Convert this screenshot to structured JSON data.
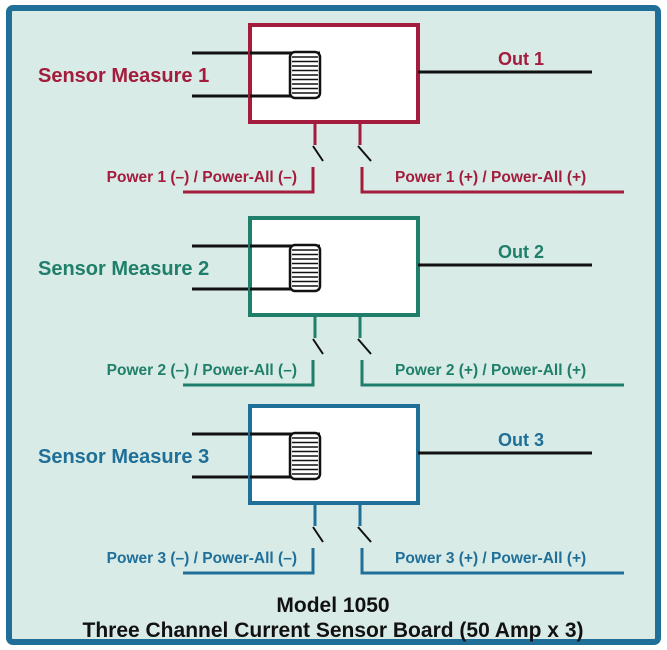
{
  "colors": {
    "background": "#d8ebe6",
    "frame": "#1f6f99",
    "box_fill": "#ffffff",
    "wire": "#111111",
    "title": "#111111"
  },
  "channels": [
    {
      "sensor_label": "Sensor Measure 1",
      "out_label": "Out 1",
      "power_neg_label": "Power 1 (–) / Power-All (–)",
      "power_pos_label": "Power 1 (+) / Power-All (+)",
      "color": "#a31c3d",
      "coil_icon": "coil-icon"
    },
    {
      "sensor_label": "Sensor Measure 2",
      "out_label": "Out 2",
      "power_neg_label": "Power 2 (–) / Power-All (–)",
      "power_pos_label": "Power 2 (+) / Power-All (+)",
      "color": "#1f7f6a",
      "coil_icon": "coil-icon"
    },
    {
      "sensor_label": "Sensor Measure 3",
      "out_label": "Out 3",
      "power_neg_label": "Power 3 (–) / Power-All (–)",
      "power_pos_label": "Power 3 (+) / Power-All (+)",
      "color": "#1f6f99",
      "coil_icon": "coil-icon"
    }
  ],
  "title": {
    "line1": "Model 1050",
    "line2": "Three Channel Current Sensor Board (50 Amp x 3)"
  }
}
